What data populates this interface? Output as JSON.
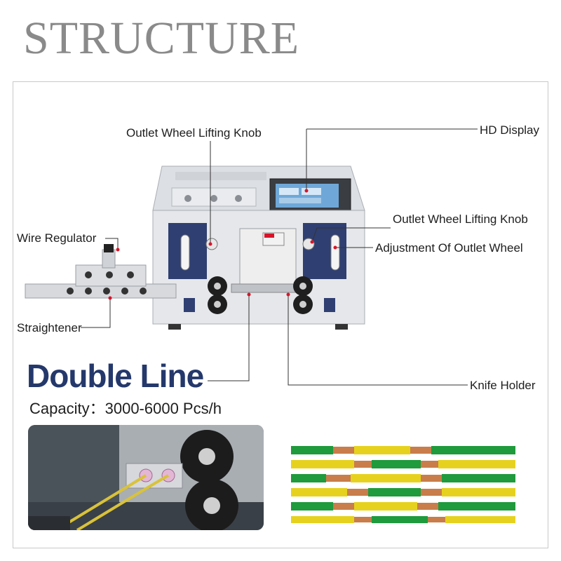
{
  "heading": "STRUCTURE",
  "labels": {
    "outlet_knob_top": "Outlet Wheel Lifting Knob",
    "hd_display": "HD Display",
    "outlet_knob_right": "Outlet Wheel Lifting Knob",
    "adjustment": "Adjustment Of Outlet Wheel",
    "wire_regulator": "Wire Regulator",
    "straightener": "Straightener",
    "knife_holder": "Knife Holder"
  },
  "promo": {
    "title": "Double Line",
    "capacity_label": "Capacity：",
    "capacity_value": "3000-6000 Pcs/h"
  },
  "colors": {
    "heading": "#8a8a8a",
    "promo_title": "#24386b",
    "panel_blue": "#2f3f72",
    "accent_red": "#d8142a",
    "wire_yellow": "#e6d21e",
    "wire_green": "#1f9a3c",
    "copper": "#c97d4a"
  },
  "icons": [
    "machine-illustration",
    "feed-roller-icon",
    "display-screen-icon"
  ]
}
